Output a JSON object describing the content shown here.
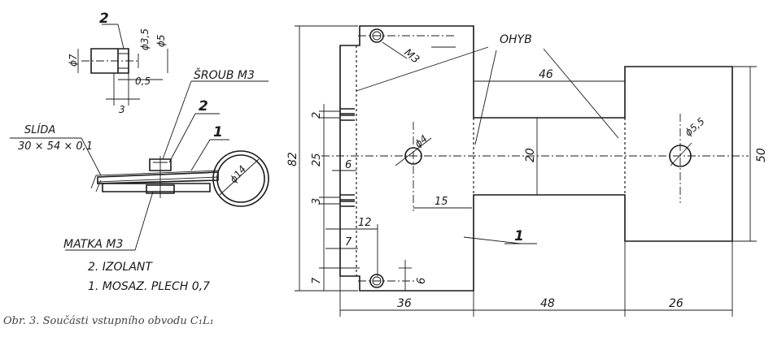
{
  "labels": {
    "part_top": "2",
    "d7": "ϕ7",
    "d35": "ϕ3,5",
    "d5": "ϕ5",
    "w05": "0,5",
    "w3": "3",
    "sroub": "ŠROUB M3",
    "part2": "2",
    "slida": "SLÍDA",
    "slida_dim": "30 × 54 × 0,1",
    "part1": "1",
    "d14": "ϕ14",
    "matka": "MATKA M3",
    "legend2": "2. IZOLANT",
    "legend1": "1. MOSAZ. PLECH  0,7",
    "m3": "M3",
    "ohyb": "OHYB",
    "d46": "46",
    "d82": "82",
    "d2": "2",
    "d25": "25",
    "d6a": "6",
    "d3": "3",
    "d4": "ϕ4",
    "d20": "20",
    "d15": "15",
    "d12": "12",
    "d7b": "7",
    "d6b": "6",
    "d7c": "7",
    "d36": "36",
    "d48": "48",
    "d26": "26",
    "d55": "ϕ5,5",
    "d50": "50",
    "part1_main": "1"
  },
  "caption": "Obr. 3. Součásti vstupního obvodu C₁L₁"
}
